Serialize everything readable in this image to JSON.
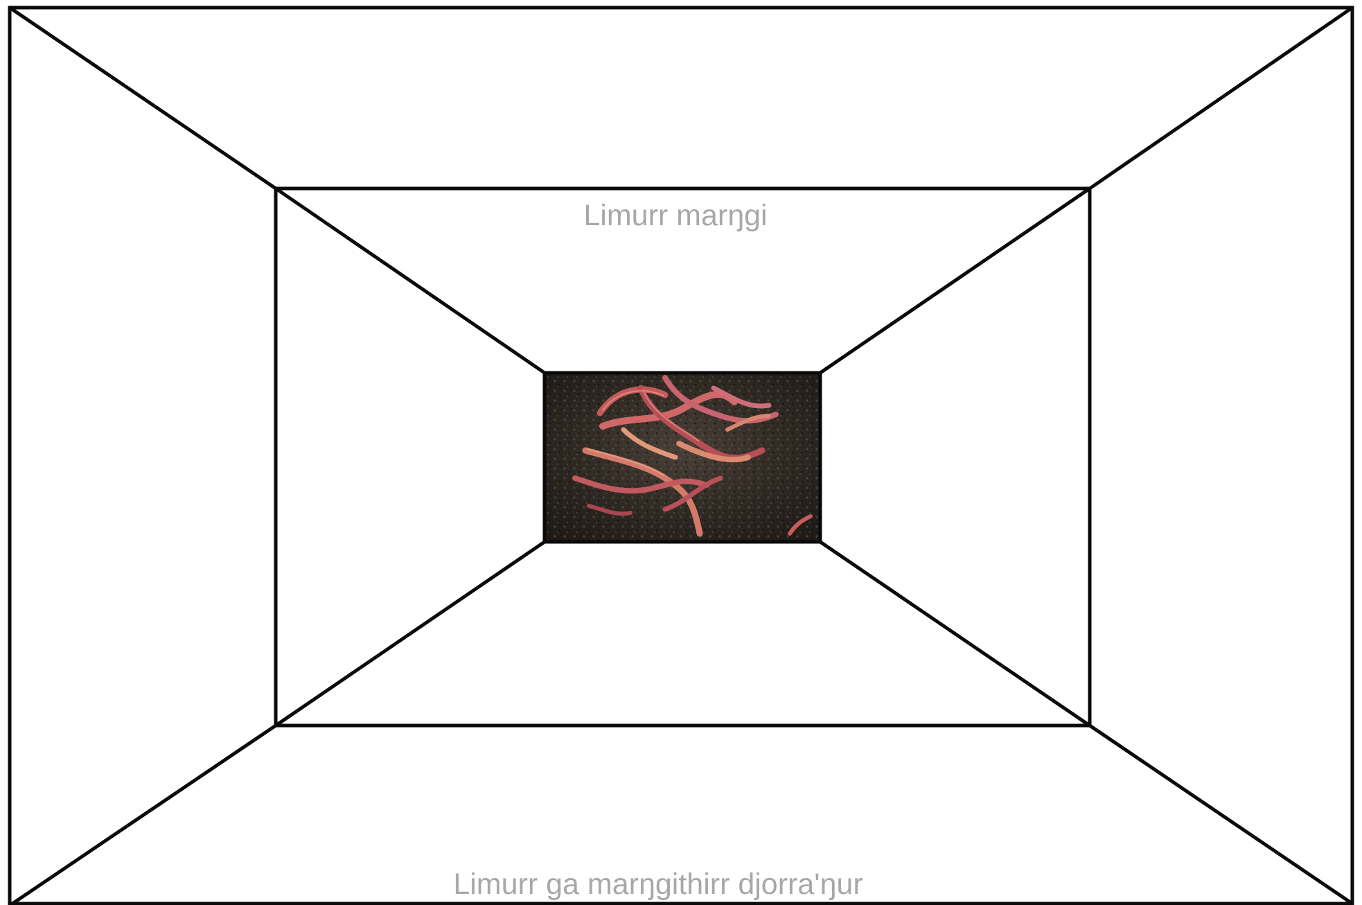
{
  "diagram": {
    "inner_label": "Limurr marŋgi",
    "outer_label": "Limurr ga marŋgithirr djorra'ŋur",
    "center_image": {
      "subject": "earthworms on dark soil",
      "icon": "worms-photo"
    },
    "colors": {
      "outer_fill": "#ffffff",
      "inner_fill": "#f2f2f2",
      "line": "#0a0a0a",
      "label_text": "#a8a8a8"
    }
  }
}
